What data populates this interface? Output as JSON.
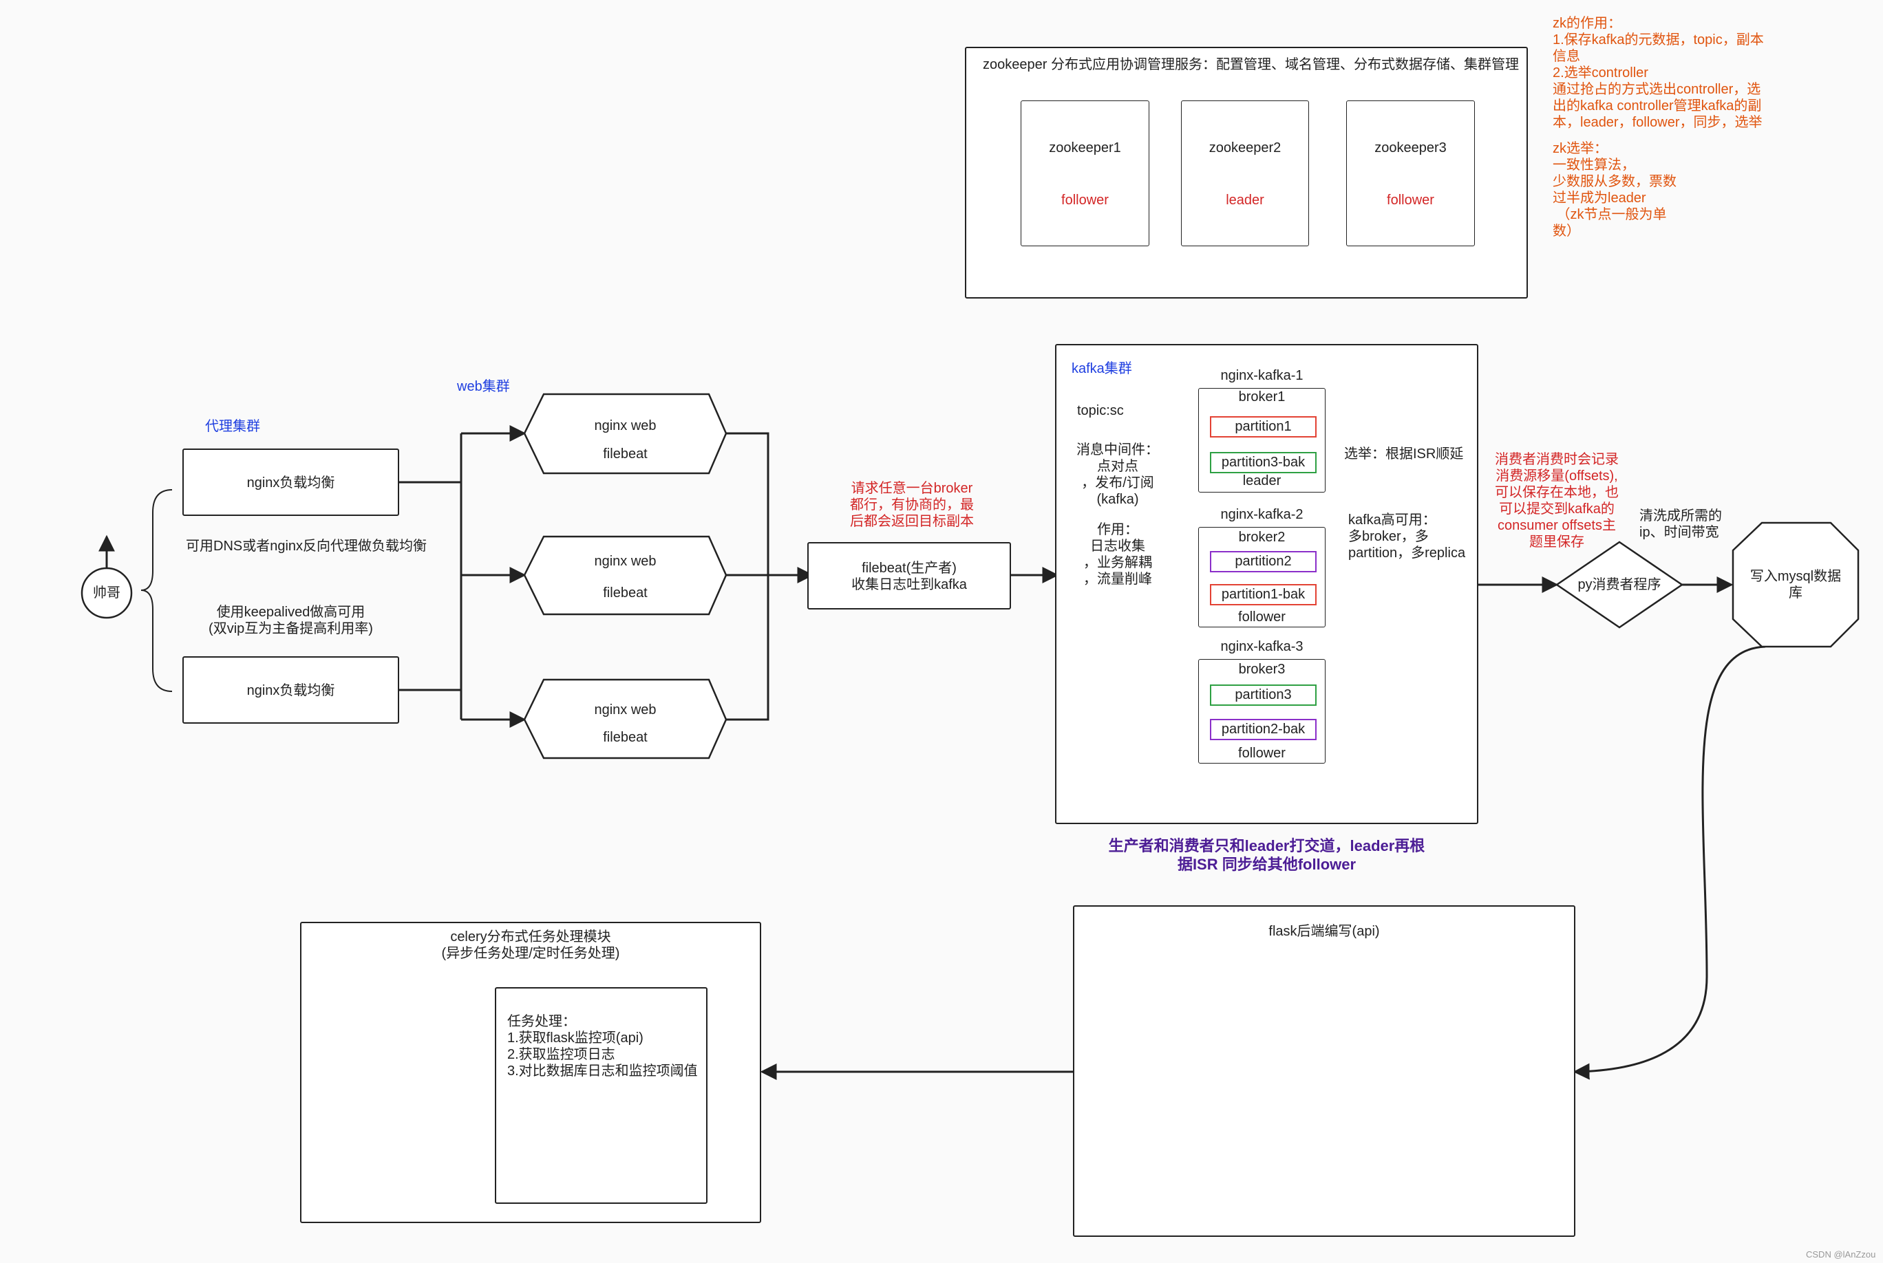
{
  "zk": {
    "title": "zookeeper 分布式应用协调管理服务：配置管理、域名管理、分布式数据存储、集群管理",
    "nodes": [
      {
        "name": "zookeeper1",
        "role": "follower"
      },
      {
        "name": "zookeeper2",
        "role": "leader"
      },
      {
        "name": "zookeeper3",
        "role": "follower"
      }
    ],
    "note": "zk的作用：\n1.保存kafka的元数据，topic，副本\n信息\n2.选举controller\n通过抢占的方式选出controller，选\n出的kafka controller管理kafka的副\n本，leader，follower，同步，选举",
    "election_note": "zk选举：\n一致性算法，\n少数服从多数，票数\n过半成为leader\n （zk节点一般为单\n数）"
  },
  "user": {
    "label": "帅哥"
  },
  "proxy": {
    "title": "代理集群",
    "lb1": "nginx负载均衡",
    "lb2": "nginx负载均衡",
    "dns_note": "可用DNS或者nginx反向代理做负载均衡",
    "ha_note": "使用keepalived做高可用\n(双vip互为主备提高利用率)"
  },
  "web": {
    "title": "web集群",
    "nodes": [
      {
        "l1": "nginx web",
        "l2": "filebeat"
      },
      {
        "l1": "nginx web",
        "l2": "filebeat"
      },
      {
        "l1": "nginx web",
        "l2": "filebeat"
      }
    ]
  },
  "producer": {
    "label": "filebeat(生产者)\n收集日志吐到kafka",
    "note": "请求任意一台broker\n都行，有协商的，最\n后都会返回目标副本"
  },
  "kafka": {
    "title": "kafka集群",
    "topic": "topic:sc",
    "mq_note": "消息中间件：\n点对点\n，发布/订阅\n(kafka)",
    "use_note": "作用：\n日志收集\n，业务解耦\n，流量削峰",
    "election": "选举：根据ISR顺延",
    "ha": "kafka高可用：\n多broker，多\npartition，多replica",
    "footer": "生产者和消费者只和leader打交道，leader再根\n据ISR 同步给其他follower",
    "brokers": [
      {
        "host": "nginx-kafka-1",
        "name": "broker1",
        "p1": "partition1",
        "p2": "partition3-bak",
        "role": "leader"
      },
      {
        "host": "nginx-kafka-2",
        "name": "broker2",
        "p1": "partition2",
        "p2": "partition1-bak",
        "role": "follower"
      },
      {
        "host": "nginx-kafka-3",
        "name": "broker3",
        "p1": "partition3",
        "p2": "partition2-bak",
        "role": "follower"
      }
    ]
  },
  "consumer": {
    "label": "py消费者程序",
    "note": "消费者消费时会记录\n消费源移量(offsets),\n可以保存在本地，也\n可以提交到kafka的\nconsumer offsets主\n题里保存",
    "clean_note": "清洗成所需的\nip、时间带宽"
  },
  "mysql": {
    "label": "写入mysql数据\n库"
  },
  "flask": {
    "label": "flask后端编写(api)"
  },
  "celery": {
    "label": "celery分布式任务处理模块\n(异步任务处理/定时任务处理)",
    "task": "任务处理：\n1.获取flask监控项(api)\n2.获取监控项日志\n3.对比数据库日志和监控项阈值"
  },
  "watermark": "CSDN @lAnZzou",
  "colors": {
    "red": "#d32626",
    "orange": "#e0540e",
    "blue": "#1f3fe0",
    "purple": "#4c1d95",
    "green": "#2ea043",
    "violet": "#8b2fc9"
  }
}
